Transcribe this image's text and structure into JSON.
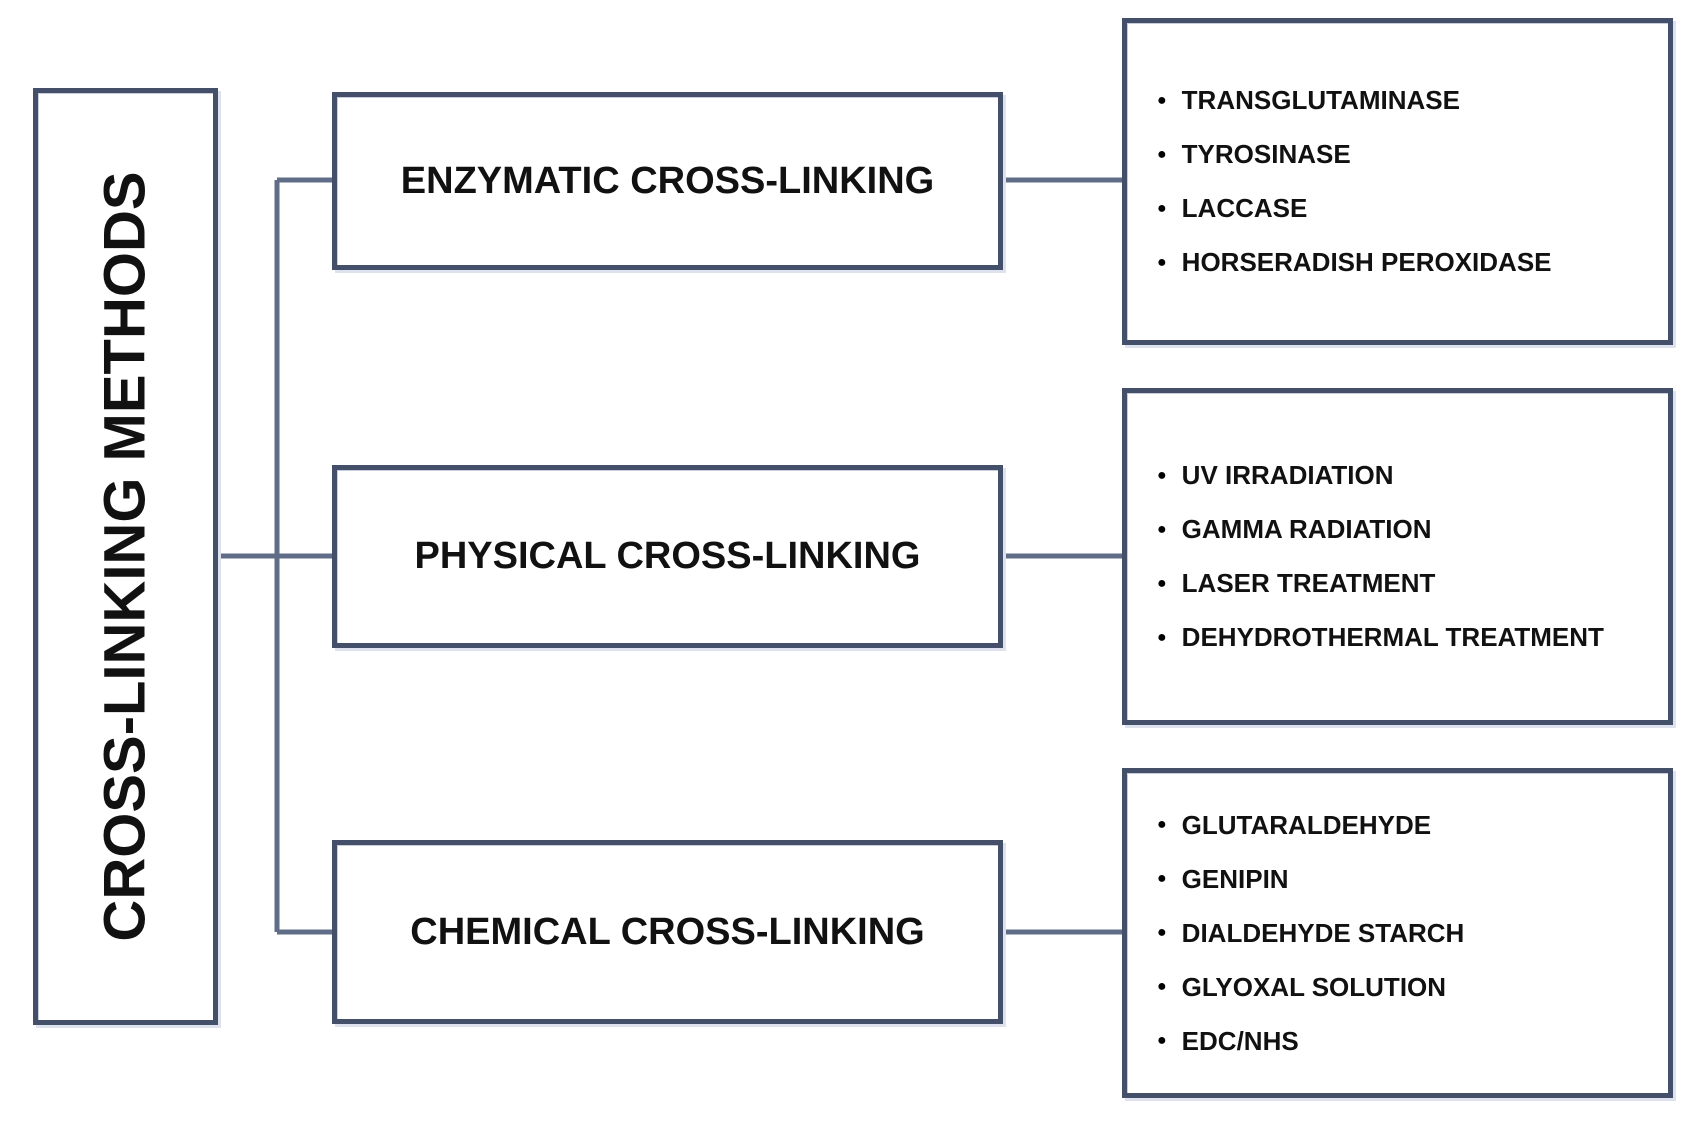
{
  "diagram": {
    "title": "CROSS-LINKING METHODS",
    "branches": [
      {
        "label": "ENZYMATIC CROSS-LINKING",
        "items": [
          "TRANSGLUTAMINASE",
          "TYROSINASE",
          "LACCASE",
          "HORSERADISH PEROXIDASE"
        ]
      },
      {
        "label": "PHYSICAL CROSS-LINKING",
        "items": [
          "UV IRRADIATION",
          "GAMMA RADIATION",
          "LASER TREATMENT",
          "DEHYDROTHERMAL TREATMENT"
        ]
      },
      {
        "label": "CHEMICAL CROSS-LINKING",
        "items": [
          "GLUTARALDEHYDE",
          "GENIPIN",
          "DIALDEHYDE STARCH",
          "GLYOXAL SOLUTION",
          "EDC/NHS"
        ]
      }
    ],
    "colors": {
      "box_border": "#44506a",
      "connector_line": "#5f6d87",
      "text": "#111111",
      "shadow": "#dee2ee",
      "background": "#ffffff"
    }
  }
}
